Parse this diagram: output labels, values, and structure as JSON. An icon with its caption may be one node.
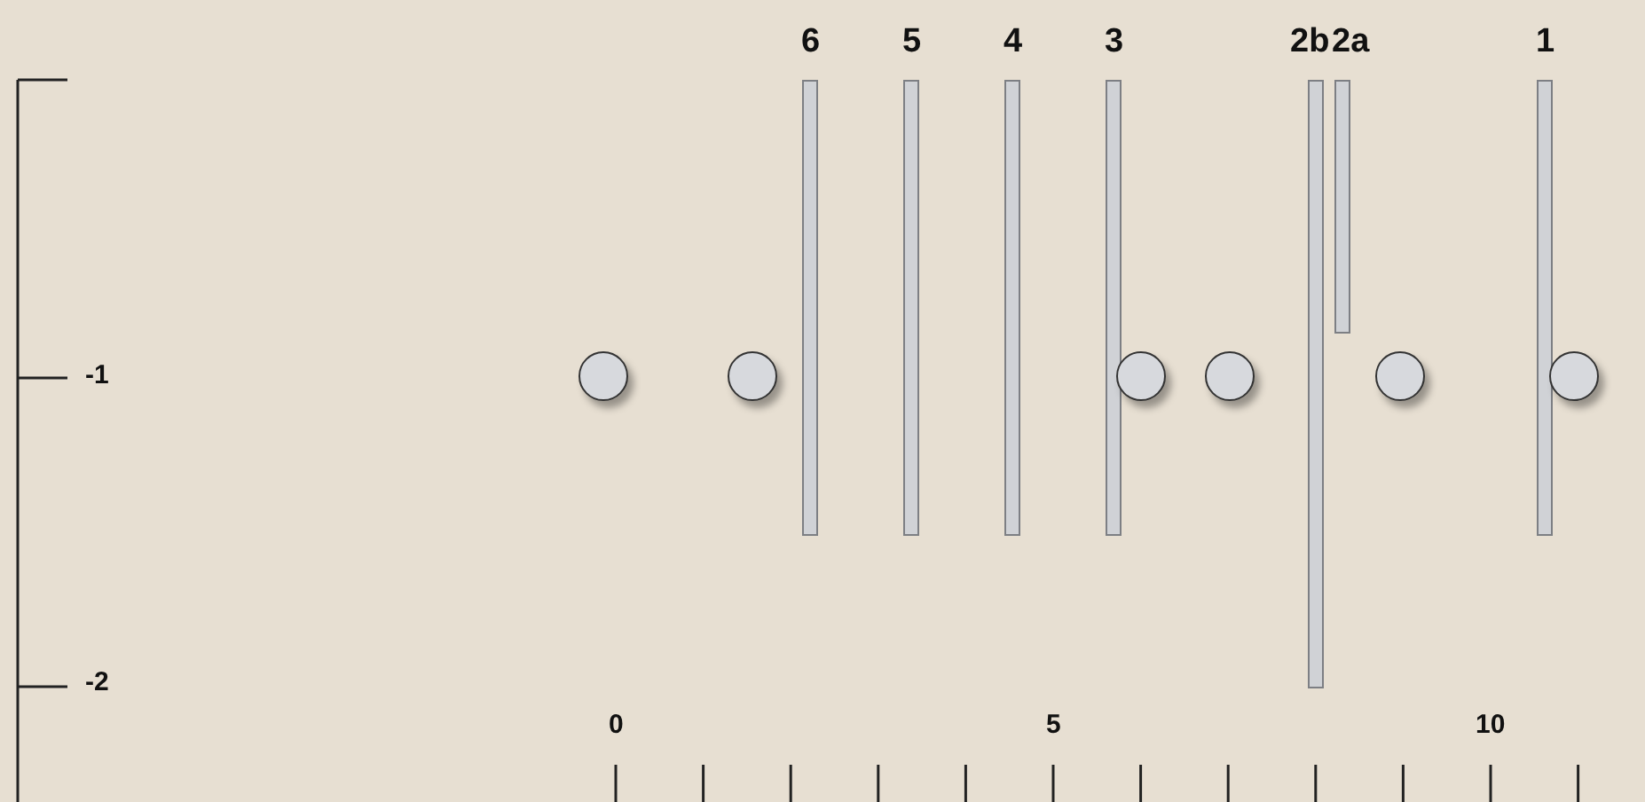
{
  "diagram": {
    "nodes": [
      {
        "text": [
          "6"
        ]
      },
      {
        "text": [
          "5"
        ]
      },
      {
        "text": [
          "4"
        ]
      },
      {
        "text": [
          "3"
        ]
      },
      {
        "text": [
          "2b"
        ]
      },
      {
        "text": [
          "2a"
        ]
      },
      {
        "text": [
          "1"
        ]
      },
      {
        "text": [],
        "shape": "circle"
      },
      {
        "text": [],
        "shape": "circle"
      },
      {
        "text": [],
        "shape": "circle"
      },
      {
        "text": [],
        "shape": "circle"
      },
      {
        "text": [],
        "shape": "circle"
      },
      {
        "text": [],
        "shape": "circle"
      }
    ],
    "labels": [
      "-1",
      "-2",
      "0",
      "5",
      "10"
    ]
  }
}
